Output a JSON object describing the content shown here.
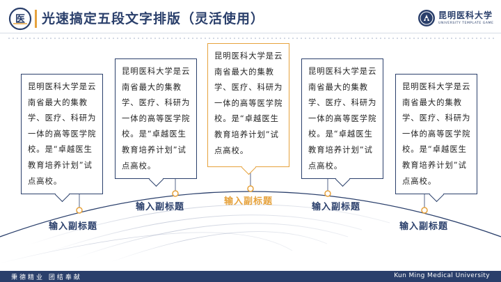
{
  "header": {
    "title": "光速搞定五段文字排版（灵活使用）",
    "logo_left_char": "医",
    "university_name": "昆明医科大学",
    "university_sub": "UNIVERSITY TEMPLATE GAME"
  },
  "steps": [
    {
      "text": "昆明医科大学是云南省最大的集教学、医疗、科研为一体的高等医学院校。是“卓越医生教育培养计划”试点高校。",
      "subtitle": "输入副标题",
      "highlight": false
    },
    {
      "text": "昆明医科大学是云南省最大的集教学、医疗、科研为一体的高等医学院校。是“卓越医生教育培养计划”试点高校。",
      "subtitle": "输入副标题",
      "highlight": false
    },
    {
      "text": "昆明医科大学是云南省最大的集教学、医疗、科研为一体的高等医学院校。是“卓越医生教育培养计划”试点高校。",
      "subtitle": "输入副标题",
      "highlight": true
    },
    {
      "text": "昆明医科大学是云南省最大的集教学、医疗、科研为一体的高等医学院校。是“卓越医生教育培养计划”试点高校。",
      "subtitle": "输入副标题",
      "highlight": false
    },
    {
      "text": "昆明医科大学是云南省最大的集教学、医疗、科研为一体的高等医学院校。是“卓越医生教育培养计划”试点高校。",
      "subtitle": "输入副标题",
      "highlight": false
    }
  ],
  "footer": {
    "left": "秉德精业 团结奉献",
    "right": "Kun Ming Medical University"
  },
  "colors": {
    "primary": "#2a3f6b",
    "accent": "#e6a23c"
  }
}
